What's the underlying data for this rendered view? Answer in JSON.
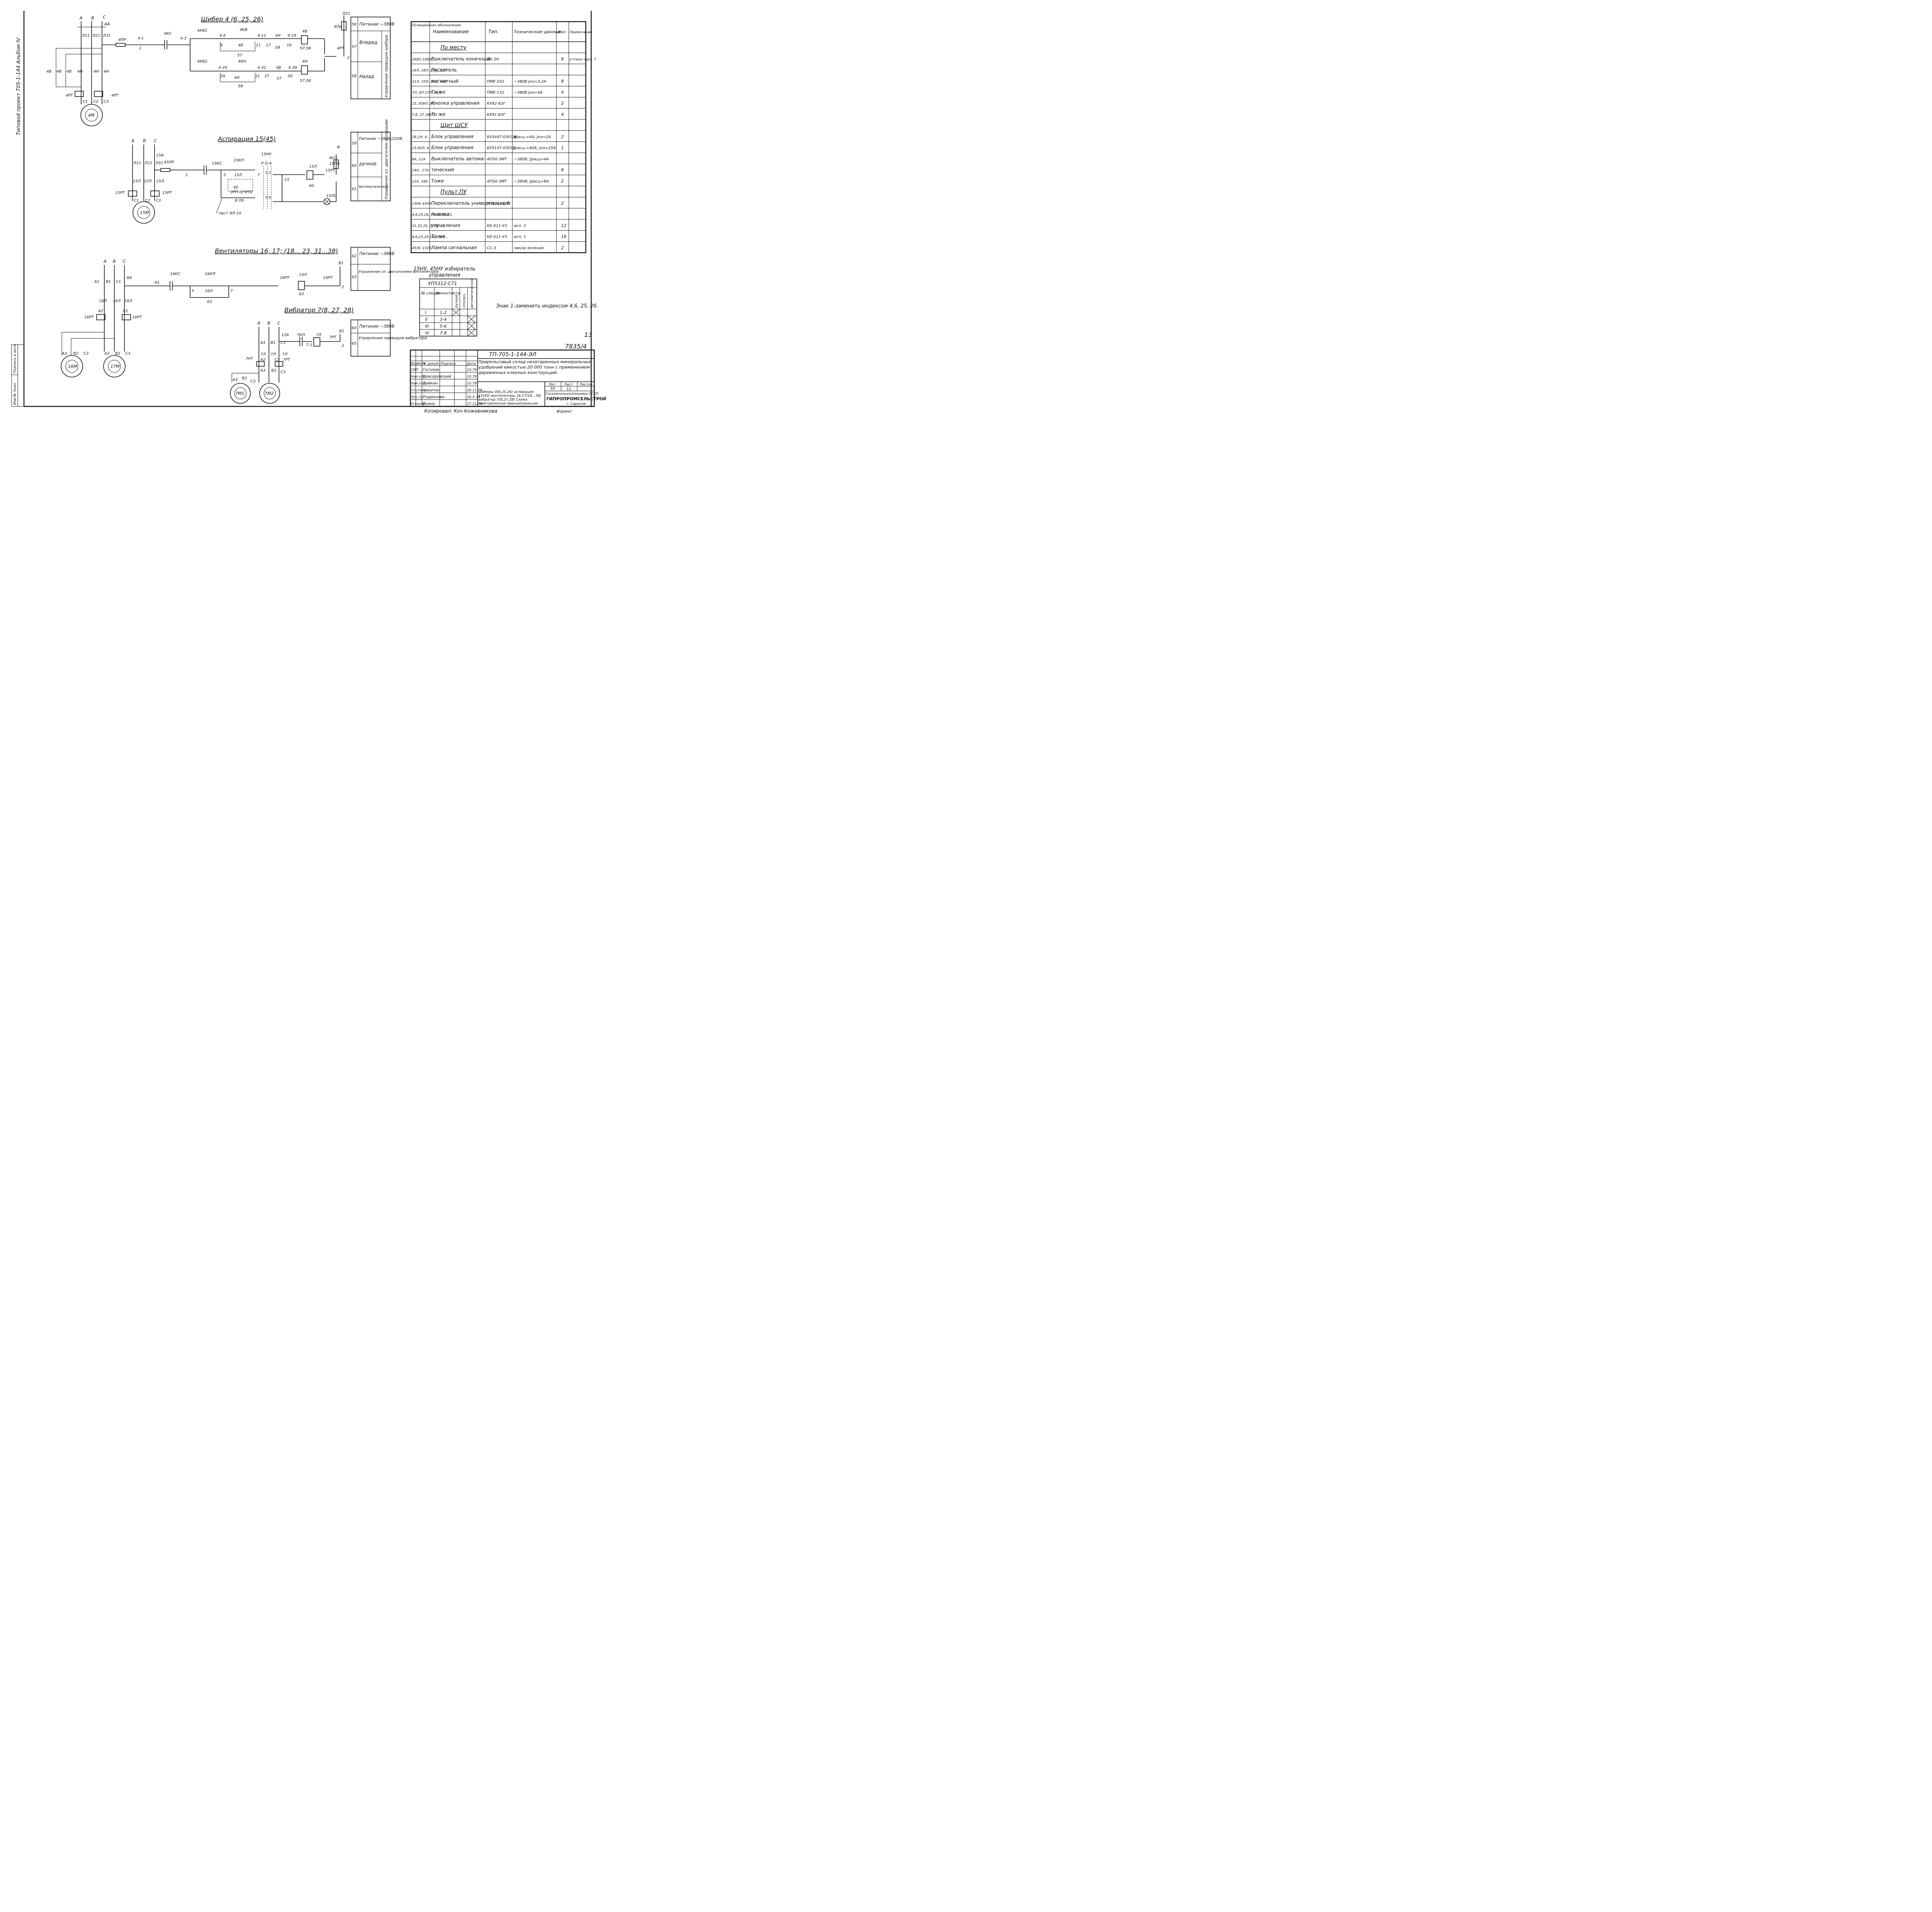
{
  "album_side": "Типовой проект 705-1-144  Альбом IV",
  "binding": {
    "inv": "Инв.№ подл.",
    "sign": "Подпись и дата"
  },
  "s1": {
    "title": "Шибер 4 (6, 25, 26)",
    "phases": [
      "A",
      "B",
      "C"
    ],
    "qf": "4A",
    "fuse": "4ПР",
    "lines": [
      "Л11",
      "Л21",
      "Л31"
    ],
    "contacts": [
      "4В",
      "4В",
      "4В",
      "4Н",
      "4Н",
      "4Н"
    ],
    "relays": [
      "4РТ",
      "4РТ"
    ],
    "terms": [
      "С1",
      "С2",
      "С3"
    ],
    "motor": "4М",
    "ctrl": {
      "n41": "4-1",
      "n1": "1",
      "kc": "4КС",
      "n43": "4-3",
      "kv1": "4КВ1",
      "n9a": "4.9",
      "kv": "4КВ",
      "n411": "4-11",
      "kn": "4Н",
      "n419": "4-19",
      "coil_top": "4В",
      "p9": "9",
      "b4v": "4В",
      "p11": "11",
      "p17": "17",
      "p58": "58",
      "p19": "19",
      "p5758": "57,58",
      "p57": "57",
      "kv2": "4КВ2",
      "n429": "4-29",
      "kn2": "4КН",
      "n431": "4-31",
      "b4v2": "4В",
      "n439": "4-39",
      "coil_bot": "4Н",
      "p29": "29",
      "b4n": "4Н",
      "p31": "31",
      "p37": "37",
      "p57b": "57",
      "p39": "39",
      "p5758b": "57,58",
      "p58b": "58",
      "rt": "4РТ",
      "p2": "2",
      "l21": "Л21",
      "fpr": "4Пр"
    },
    "table": {
      "c1": "Питание ~380В",
      "c2": "Вперед",
      "c3": "Назад",
      "n1": "56",
      "n2": "57",
      "n3": "58",
      "vert": "Управление приводом шибера"
    }
  },
  "s2": {
    "title": "Аспирация 15(45)",
    "phases": [
      "А",
      "В",
      "С"
    ],
    "qf": "15А",
    "fuse": "45ПР",
    "lines": [
      "Л11",
      "Л21",
      "Л31"
    ],
    "contacts": [
      "15Л",
      "15Л",
      "15Л."
    ],
    "relays": [
      "15РТ",
      "15РТ"
    ],
    "terms": [
      "С1",
      "С2",
      "С3"
    ],
    "motor": "15М",
    "ctrl": {
      "n1": "1",
      "kc": "15КС",
      "kp": "15КП",
      "nu": "15НУ",
      "pda": "Р О А",
      "l": "15Л",
      "rp": "3РП (2ЧРП)",
      "p89": "8 (9)",
      "p5": "5",
      "p6": "6",
      "p7": "7",
      "p60": "60",
      "p15": "15",
      "coil": "15Л",
      "p60b": "60",
      "rt": "15РТ",
      "pr": "15Пр",
      "m21": "М21",
      "n": "N",
      "lc": "15ЛС",
      "k12": "1-2",
      "k34": "3-4",
      "ref": "лист ЭЛ-10"
    },
    "table": {
      "c1": "Питание ~380В/220В",
      "c2": "ручное",
      "c3": "Автоматическое",
      "n1": "59",
      "n2": "60",
      "n3": "61",
      "vert": "Управление эл. двигателем аспирации"
    }
  },
  "s3": {
    "title": "Вентиляторы 16, 17; (18... 23, 31...38)",
    "phases": [
      "А",
      "В",
      "С"
    ],
    "qf": "8А",
    "lines": [
      "А1",
      "В1",
      "С1"
    ],
    "contacts": [
      "16Л",
      "16Л",
      "16Л"
    ],
    "relays": [
      "16РТ",
      "16РТ"
    ],
    "t2": [
      "А2",
      "С2"
    ],
    "terms1": [
      "А3",
      "В2",
      "С3"
    ],
    "terms2": [
      "А3",
      "В2",
      "С3"
    ],
    "motor1": "16М",
    "motor2": "17М",
    "ctrl": {
      "a1": "А1",
      "kc": "16КС",
      "kp": "16КП",
      "p5": "5",
      "l": "16Л",
      "p7": "7",
      "p63": "63",
      "rt1": "16РТ",
      "coil": "16Л",
      "coil_n": "63",
      "rt2": "16РТ",
      "b1": "В1",
      "p2": "2"
    },
    "table": {
      "c1": "Питание ~380В",
      "c2": "Управление эл. двигателями вентиляторов",
      "n1": "62",
      "n2": "63"
    }
  },
  "s4": {
    "title": "Вибратор 7(8, 27, 28)",
    "phases": [
      "А",
      "В",
      "С"
    ],
    "qf": "12А",
    "lines": [
      "А1",
      "В1",
      "С1"
    ],
    "contacts": [
      "7Л",
      "7Л",
      "7Л"
    ],
    "relays": [
      "7РТ",
      "7РТ"
    ],
    "t2": [
      "А2",
      "С2"
    ],
    "t3": [
      "А3",
      "В2",
      "С3"
    ],
    "sub": [
      "А3",
      "В2",
      "С3"
    ],
    "motor1": "7М1",
    "motor2": "7М2",
    "ctrl": {
      "kp": "7КП",
      "n71": "7-1",
      "coil": "7Л",
      "rt": "7РТ",
      "b1": "В1",
      "p2": "2"
    },
    "table": {
      "c1": "Питание ~380В",
      "c2": "Управление приводом вибратора",
      "n1": "64",
      "n2": "65"
    }
  },
  "spec": {
    "header": [
      "Позиционное обозначение",
      "Наименование",
      "Тип.",
      "Технические данные",
      "Кол.",
      "Примечание"
    ],
    "rows": [
      [
        "",
        "По месту",
        "",
        "",
        "",
        ""
      ],
      [
        "1КВ1;1КВ2",
        "Выключатель конечный",
        "ВК-2Н",
        "",
        "8",
        "учтено черт. 7"
      ],
      [
        "16Л, 18Л, 20Л, 22Л",
        "Пускатель",
        "",
        "",
        "",
        ""
      ],
      [
        "31Л, 33Л, 35Л, 37Л",
        "магнитный",
        "ПМЕ-032",
        "~380В Jнэ=3,2А",
        "8",
        ""
      ],
      [
        "7Л, 8Л 27Л, 28Л",
        "То же",
        "ПМЕ-132",
        "~380В Jнэ=4А",
        "4",
        ""
      ],
      [
        "15, 45КП, КС",
        "Кнопка управления",
        "КУ92-83Г",
        "",
        "2",
        ""
      ],
      [
        "7,8, 27 28КП",
        "То же",
        "КУ91-83Г",
        "",
        "4",
        ""
      ],
      [
        "",
        "Щит ШСУ",
        "",
        "",
        "",
        ""
      ],
      [
        "1В,1Н, А",
        "Блок управления",
        "БУ5447-03У3Ж",
        "Jрасц.=4А; Jнэ=2А",
        "2",
        ""
      ],
      [
        "15,45Л, А",
        "Блок управления",
        "БУ5147-03У3Е",
        "Jрасц.=40А; Jнэ=25А",
        "1",
        ""
      ],
      [
        "8А, 11А",
        "Выключатель автома-",
        "АП50-3МТ",
        "~380В, Jрасц=4А",
        "",
        ""
      ],
      [
        "14А...17А",
        "тический",
        "",
        "",
        "8",
        ""
      ],
      [
        "12А, 18А",
        "Тоже",
        "АП50-3МТ",
        "~380В; Jрасц=8А",
        "2",
        ""
      ],
      [
        "",
        "Пульт ПУ",
        "",
        "",
        "",
        ""
      ],
      [
        "15НУ 45НУ",
        "Переключатель универсальный",
        "УП5312-С71",
        "",
        "2",
        ""
      ],
      [
        "4,6,25,26, 16,18,20,22,",
        "Кнопка",
        "",
        "",
        "",
        ""
      ],
      [
        "31,33,35, 37КС",
        "управления",
        "КЕ-011-У3",
        "исп. 3",
        "12",
        ""
      ],
      [
        "4,6,25,26 18,20,22...",
        "То же",
        "КЕ-011-У3",
        "исп. 1",
        "16",
        ""
      ],
      [
        "45ЛС 15ЛС",
        "Лампа сигнальная",
        "СС-3",
        "линза зеленая",
        "2",
        ""
      ]
    ]
  },
  "selector": {
    "heading1": "15НУ, 45НУ избиратель",
    "heading2": "управления",
    "type": "УП5312-С71",
    "cols": [
      "№ секции",
      "№ контакта",
      "ручное",
      "отключ.",
      "автоматическое"
    ],
    "rows": [
      [
        "I",
        "1-2"
      ],
      [
        "II",
        "3-4"
      ],
      [
        "III",
        "5-6"
      ],
      [
        "IV",
        "7-8"
      ]
    ]
  },
  "note": "Знак 1-заменить индексом 4,6, 25, 26.",
  "sheet_no": "13",
  "inv_no": "7835/4",
  "stamp": {
    "code": "ТП-705-1-144-ЭЛ",
    "desc": "Прирельсовый склад незатаренных минеральных удобрений емкостью 20 000 тонн с применением деревянных клееных конструкций.",
    "rows": [
      [
        "ГИП",
        "Гоголев",
        "10.79"
      ],
      [
        "Нач.отд.",
        "Елисеровский",
        "10.79"
      ],
      [
        "Нач.отд.",
        "Лайкин",
        "10.79"
      ],
      [
        "Гл.спец.",
        "Никитин",
        "29.11.79"
      ],
      [
        "Рук.гр.",
        "Родионова",
        "26.X.79"
      ],
      [
        "Н.контр.",
        "Есина",
        "27.11.79"
      ]
    ],
    "head": [
      "Изм.",
      "Лист",
      "№ докум.",
      "Подпись",
      "Дата"
    ],
    "sheet_title": "Шиберы 4(6,25,26) аспирация 15(45) вентиляторы 16,17(18...38) вибратор 7(8,27,28) Схема электрическая принципиальная",
    "stage_hdr": [
      "Лит.",
      "Лист",
      "Листов"
    ],
    "stage": [
      "ТР",
      "11",
      ""
    ],
    "org1": "Госкомсельхозтехника СССР",
    "org2": "ГИПРОПРОМСЕЛЬСТРОЙ",
    "org3": "г. Саратов",
    "copied": "Копировал: Коч Кожевникова",
    "format": "Формат"
  }
}
